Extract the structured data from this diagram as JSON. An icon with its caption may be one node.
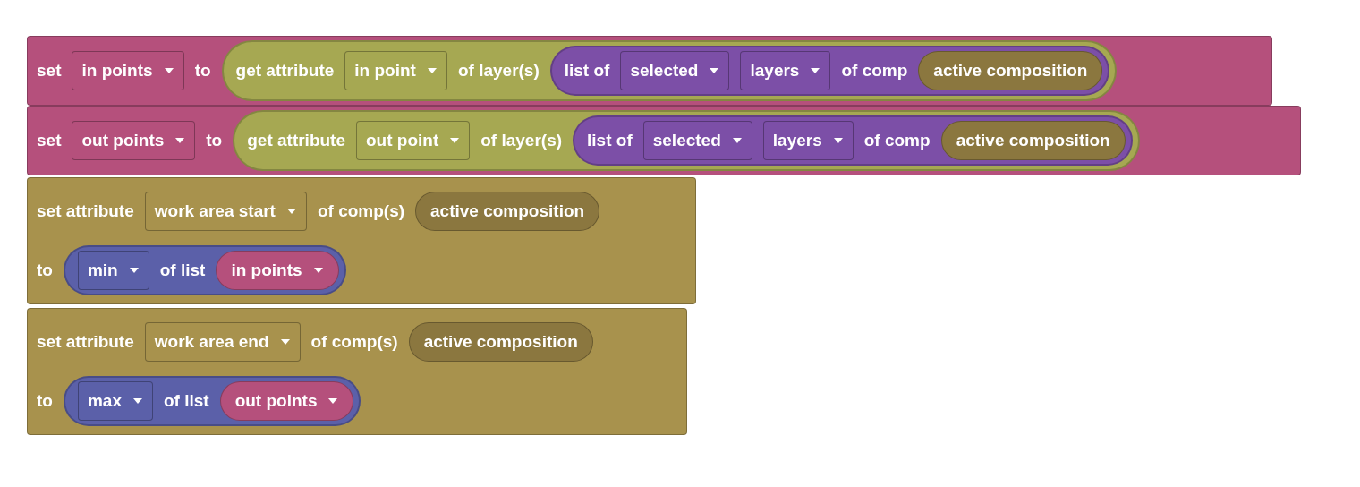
{
  "diagram": {
    "nodes": [
      {
        "text": [
          "set",
          "to"
        ]
      },
      {
        "text": [
          "in points"
        ],
        "in": 0
      },
      {
        "text": [
          "get attribute",
          "of layer(s)"
        ],
        "in": 0
      },
      {
        "text": [
          "in point"
        ],
        "in": 2
      },
      {
        "text": [
          "list of",
          "of comp"
        ],
        "in": 2
      },
      {
        "text": [
          "selected"
        ],
        "in": 4
      },
      {
        "text": [
          "layers"
        ],
        "in": 4
      },
      {
        "text": [
          "active composition"
        ],
        "in": 4
      },
      {
        "text": [
          "set",
          "to"
        ]
      },
      {
        "text": [
          "out points"
        ],
        "in": 8
      },
      {
        "text": [
          "get attribute",
          "of layer(s)"
        ],
        "in": 8
      },
      {
        "text": [
          "out point"
        ],
        "in": 10
      },
      {
        "text": [
          "list of",
          "of comp"
        ],
        "in": 10
      },
      {
        "text": [
          "selected"
        ],
        "in": 12
      },
      {
        "text": [
          "layers"
        ],
        "in": 12
      },
      {
        "text": [
          "active composition"
        ],
        "in": 12
      },
      {
        "text": [
          "set attribute",
          "of comp(s)",
          "to"
        ]
      },
      {
        "text": [
          "work area start"
        ],
        "in": 16
      },
      {
        "text": [
          "active composition"
        ],
        "in": 16
      },
      {
        "text": [
          "of list"
        ],
        "in": 16
      },
      {
        "text": [
          "min"
        ],
        "in": 19
      },
      {
        "text": [
          "in points"
        ],
        "in": 19
      },
      {
        "text": [
          "set attribute",
          "of comp(s)",
          "to"
        ]
      },
      {
        "text": [
          "work area end"
        ],
        "in": 22
      },
      {
        "text": [
          "active composition"
        ],
        "in": 22
      },
      {
        "text": [
          "of list"
        ],
        "in": 22
      },
      {
        "text": [
          "max"
        ],
        "in": 25
      },
      {
        "text": [
          "out points"
        ],
        "in": 25
      }
    ],
    "edges": []
  }
}
